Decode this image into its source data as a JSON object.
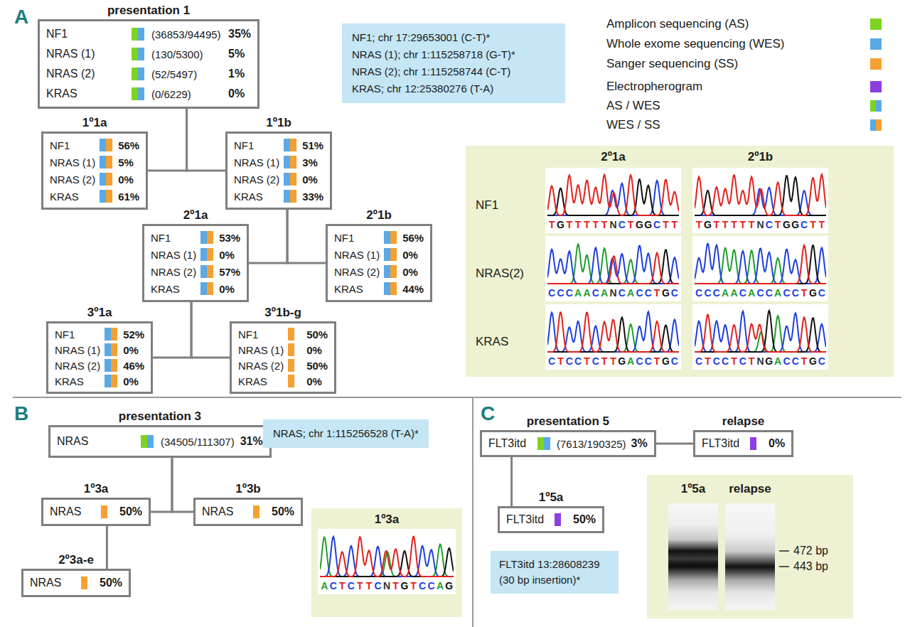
{
  "diagram": {
    "nodes": [
      {
        "text": [
          "presentation 1",
          "NF1",
          "(36853/94495)",
          "35%",
          "NRAS (1)",
          "(130/5300)",
          "5%",
          "NRAS (2)",
          "(52/5497)",
          "1%",
          "KRAS",
          "(0/6229)",
          "0%"
        ]
      },
      {
        "text": [
          "NF1; chr 17:29653001 (C-T)*",
          "NRAS (1); chr 1:115258718 (G-T)*",
          "NRAS (2); chr 1:115258744 (C-T)",
          "KRAS; chr 12:25380276 (T-A)"
        ]
      },
      {
        "text": [
          "1º1a",
          "NF1",
          "56%",
          "NRAS (1)",
          "5%",
          "NRAS (2)",
          "0%",
          "KRAS",
          "61%"
        ]
      },
      {
        "text": [
          "1º1b",
          "NF1",
          "51%",
          "NRAS (1)",
          "3%",
          "NRAS (2)",
          "0%",
          "KRAS",
          "33%"
        ]
      },
      {
        "text": [
          "2º1a",
          "NF1",
          "53%",
          "NRAS (1)",
          "0%",
          "NRAS (2)",
          "57%",
          "KRAS",
          "0%"
        ]
      },
      {
        "text": [
          "2º1b",
          "NF1",
          "56%",
          "NRAS (1)",
          "0%",
          "NRAS (2)",
          "0%",
          "KRAS",
          "44%"
        ]
      },
      {
        "text": [
          "3º1a",
          "NF1",
          "52%",
          "NRAS (1)",
          "0%",
          "NRAS (2)",
          "46%",
          "KRAS",
          "0%"
        ]
      },
      {
        "text": [
          "3º1b-g",
          "NF1",
          "50%",
          "NRAS (1)",
          "0%",
          "NRAS (2)",
          "50%",
          "KRAS",
          "0%"
        ]
      },
      {
        "text": [
          "2º1a",
          "2º1b",
          "NF1",
          "NRAS(2)",
          "KRAS",
          "TGTTTTTNCTGGCTT",
          "TGTTTTTNCTGGCTT",
          "CCCAACANCACCTGC",
          "CCCAACACCACCTGC",
          "CTCCTCTTGACCTGC",
          "CTCCTCTNGACCTGC"
        ]
      },
      {
        "text": [
          "presentation 3",
          "NRAS",
          "(34505/111307)",
          "31%"
        ]
      },
      {
        "text": [
          "NRAS; chr 1:115256528 (T-A)*"
        ]
      },
      {
        "text": [
          "1º3a",
          "NRAS",
          "50%"
        ]
      },
      {
        "text": [
          "1º3b",
          "NRAS",
          "50%"
        ]
      },
      {
        "text": [
          "2º3a-e",
          "NRAS",
          "50%"
        ]
      },
      {
        "text": [
          "1º3a",
          "ACTCTTCNTGTCCAG"
        ]
      },
      {
        "text": [
          "presentation 5",
          "FLT3itd",
          "(7613/190325)",
          "3%"
        ]
      },
      {
        "text": [
          "relapse",
          "FLT3itd",
          "0%"
        ]
      },
      {
        "text": [
          "1º5a",
          "FLT3itd",
          "50%"
        ]
      },
      {
        "text": [
          "FLT3itd 13:28608239 (30 bp insertion)*"
        ]
      },
      {
        "text": [
          "1º5a",
          "relapse",
          "472 bp",
          "443 bp"
        ]
      }
    ],
    "edges": [
      {
        "from": 0,
        "to": 2,
        "arrow": "none"
      },
      {
        "from": 0,
        "to": 3,
        "arrow": "none"
      },
      {
        "from": 3,
        "to": 4,
        "arrow": "none"
      },
      {
        "from": 3,
        "to": 5,
        "arrow": "none"
      },
      {
        "from": 4,
        "to": 6,
        "arrow": "none"
      },
      {
        "from": 4,
        "to": 7,
        "arrow": "none"
      },
      {
        "from": 9,
        "to": 11,
        "arrow": "none"
      },
      {
        "from": 9,
        "to": 12,
        "arrow": "none"
      },
      {
        "from": 11,
        "to": 13,
        "arrow": "none"
      },
      {
        "from": 15,
        "to": 16,
        "arrow": "none"
      },
      {
        "from": 15,
        "to": 17,
        "arrow": "none"
      }
    ],
    "labels": [
      "A",
      "B",
      "C"
    ],
    "legend": [
      {
        "text": "Amplicon sequencing (AS)",
        "color": "#7ed321"
      },
      {
        "text": "Whole exome sequencing (WES)",
        "color": "#5aa9e8"
      },
      {
        "text": "Sanger sequencing (SS)",
        "color": "#f5a030"
      },
      {
        "text": "Electropherogram",
        "color": "#8c3fe0"
      },
      {
        "text": "AS / WES"
      },
      {
        "text": "WES / SS"
      }
    ]
  }
}
